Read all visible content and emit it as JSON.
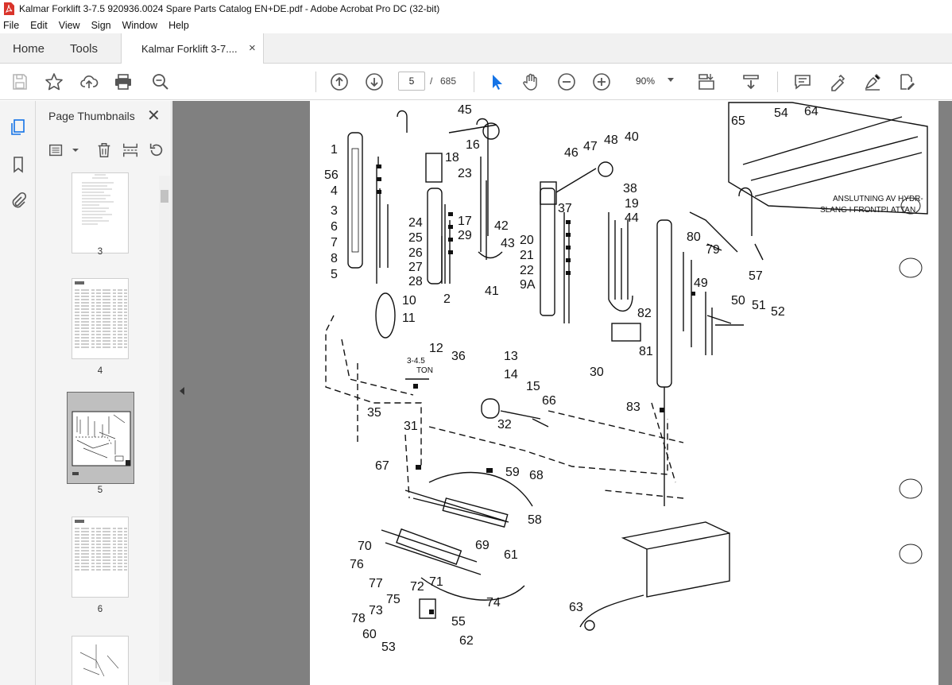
{
  "window": {
    "title": "Kalmar Forklift 3-7.5 920936.0024 Spare Parts Catalog EN+DE.pdf - Adobe Acrobat Pro DC (32-bit)"
  },
  "menu": [
    "File",
    "Edit",
    "View",
    "Sign",
    "Window",
    "Help"
  ],
  "tabs": {
    "home": "Home",
    "tools": "Tools",
    "document": "Kalmar Forklift 3-7....",
    "close": "×"
  },
  "toolbar": {
    "page_current": "5",
    "page_separator": "/",
    "page_total": "685",
    "zoom": "90%",
    "icons": [
      "save-icon",
      "bookmark-star-icon",
      "upload-icon",
      "print-icon",
      "zoom-search-icon",
      "page-up-icon",
      "page-down-icon",
      "select-cursor-icon",
      "hand-icon",
      "zoom-out-icon",
      "zoom-in-icon",
      "fit-page-icon",
      "scroll-mode-icon",
      "comment-icon",
      "highlight-icon",
      "sign-icon",
      "edit-pdf-icon"
    ]
  },
  "sidebar": {
    "title": "Page Thumbnails",
    "close": "✕",
    "thumbnails": [
      {
        "label": "3",
        "selected": false
      },
      {
        "label": "4",
        "selected": false
      },
      {
        "label": "5",
        "selected": true
      },
      {
        "label": "6",
        "selected": false
      }
    ]
  },
  "diagram": {
    "labels": [
      "45",
      "1",
      "56",
      "4",
      "3",
      "6",
      "7",
      "8",
      "5",
      "10",
      "11",
      "16",
      "18",
      "23",
      "17",
      "29",
      "24",
      "25",
      "26",
      "27",
      "28",
      "2",
      "42",
      "43",
      "41",
      "46",
      "47",
      "48",
      "40",
      "44",
      "37",
      "38",
      "19",
      "20",
      "21",
      "22",
      "9A",
      "12",
      "36",
      "13",
      "14",
      "15",
      "66",
      "32",
      "35",
      "31",
      "83",
      "82",
      "81",
      "30",
      "80",
      "79",
      "57",
      "49",
      "50",
      "51",
      "52",
      "67",
      "59",
      "68",
      "58",
      "69",
      "61",
      "70",
      "76",
      "77",
      "72",
      "71",
      "75",
      "74",
      "73",
      "78",
      "60",
      "55",
      "62",
      "53",
      "63",
      "54",
      "64",
      "65"
    ],
    "notes": [
      "ANSLUTNING AV HYDR-",
      "SLANG I FRONTPLATTAN",
      "3-4.5",
      "TON"
    ]
  }
}
